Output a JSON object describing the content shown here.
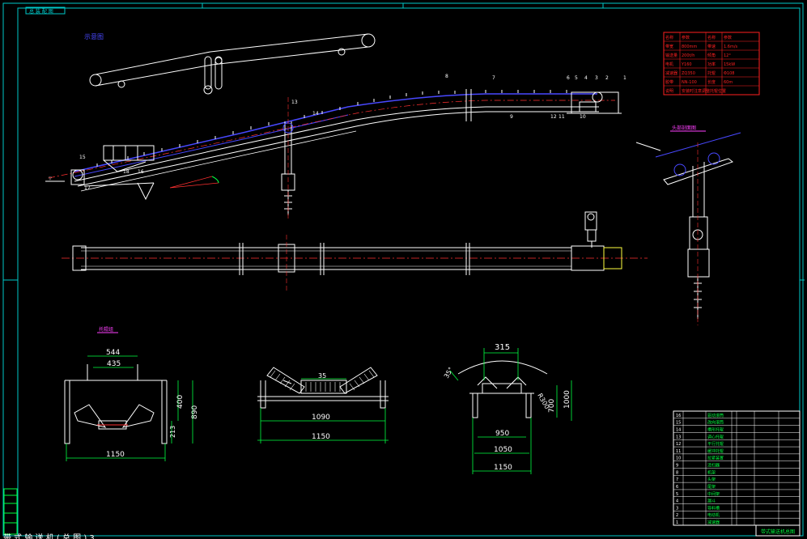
{
  "drawing": {
    "top_left_tag": "总 装 配 图",
    "bottom_text": "带 式 输 送 机 ( 总 图 ) 3",
    "title_block_name": "带式输送机总图",
    "colors": {
      "background": "#000000",
      "frame": "#00c8c8",
      "outline": "#ffffff",
      "belt": "#4848ff",
      "center": "#ff3030",
      "dimension": "#00ff40",
      "magenta": "#ff40ff",
      "red_table": "#ff2020",
      "yellow": "#ffff40",
      "cyan": "#00ffff"
    },
    "main_view_labels": [
      "1",
      "2",
      "3",
      "4",
      "5",
      "6",
      "7",
      "8",
      "9",
      "10",
      "11",
      "12",
      "13",
      "14",
      "15",
      "16",
      "17",
      "18"
    ],
    "section_titles": {
      "overview": "示意图",
      "head_section": "头部剖面图",
      "troughing_section": "托辊组"
    },
    "dimensions": {
      "sec1_top": "544",
      "sec1_inner": "435",
      "sec1_h1": "400",
      "sec1_h2": "890",
      "sec1_h3": "213",
      "sec1_bottom": "1150",
      "sec2_center": "35",
      "sec2_w1": "1090",
      "sec2_w2": "1150",
      "sec3_top": "315",
      "sec3_angle": "35°",
      "sec3_r": "R300",
      "sec3_h1": "700",
      "sec3_h2": "1000",
      "sec3_w1": "950",
      "sec3_w2": "1050",
      "sec3_w3": "1150"
    },
    "tech_table": {
      "rows": [
        [
          "名称",
          "参数",
          "名称",
          "参数"
        ],
        [
          "带宽",
          "800mm",
          "带速",
          "1.6m/s"
        ],
        [
          "输送量",
          "200t/h",
          "倾角",
          "12°"
        ],
        [
          "电机",
          "Y160",
          "功率",
          "15kW"
        ],
        [
          "减速器",
          "ZQ350",
          "托辊",
          "Φ108"
        ],
        [
          "胶带",
          "NN-100",
          "长度",
          "60m"
        ],
        [
          "说明",
          "安装时注意调整托辊位置",
          "",
          " "
        ]
      ]
    },
    "parts_list": {
      "rows": [
        "驱动滚筒",
        "改向滚筒",
        "槽形托辊",
        "调心托辊",
        "平行托辊",
        "缓冲托辊",
        "拉紧装置",
        "清扫器",
        "机架",
        "头架",
        "尾架",
        "中间架",
        "漏斗",
        "导料槽",
        "电动机",
        "减速器"
      ]
    }
  }
}
